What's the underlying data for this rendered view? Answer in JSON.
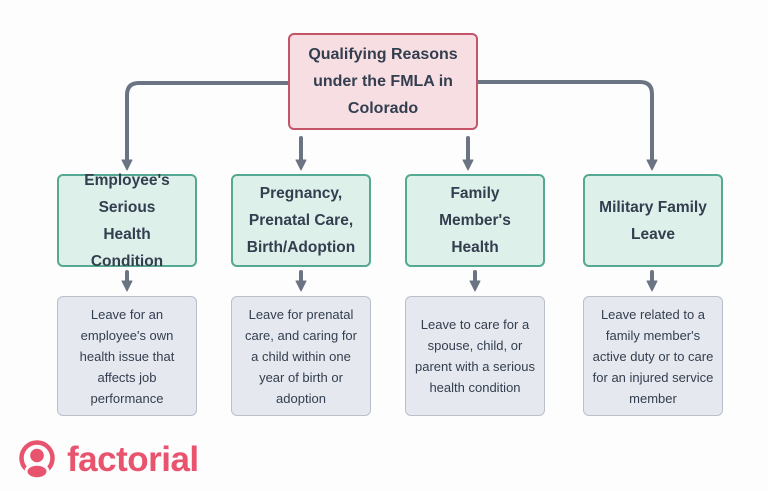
{
  "diagram_type": "flowchart",
  "palette": {
    "background": "#fdfdfe",
    "root_fill": "#f7dee3",
    "root_border": "#c45568",
    "branch_fill": "#def0ea",
    "branch_border": "#55a892",
    "detail_fill": "#e5e8ee",
    "detail_border": "#b9c0ca",
    "text": "#333e4f",
    "connector": "#6a7482",
    "brand": "#e8536e"
  },
  "root": {
    "title": "Qualifying Reasons under the FMLA in Colorado"
  },
  "branches": [
    {
      "title": "Employee's Serious Health Condition",
      "detail": "Leave for an employee's own health issue that affects job performance"
    },
    {
      "title": "Pregnancy, Prenatal Care, Birth/Adoption",
      "detail": "Leave for prenatal care, and caring for a child within one year of birth or adoption"
    },
    {
      "title": "Family Member's Health",
      "detail": "Leave to care for a spouse, child, or parent with a serious health condition"
    },
    {
      "title": "Military Family Leave",
      "detail": "Leave related to a family member's active duty or to care for an injured service member"
    }
  ],
  "footer": {
    "logo_text": "factorial"
  }
}
